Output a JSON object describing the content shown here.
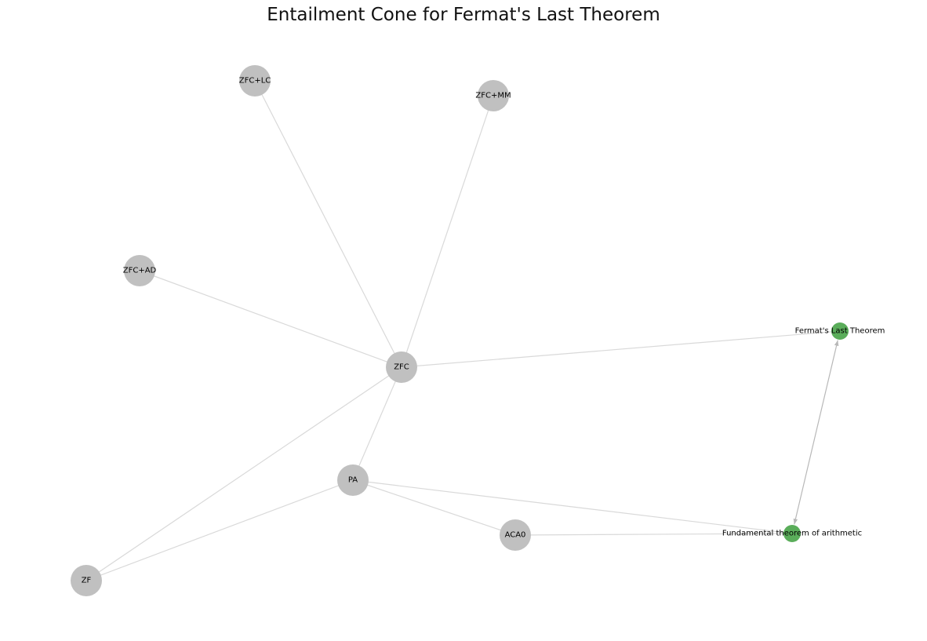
{
  "title": "Entailment Cone for Fermat's Last Theorem",
  "colors": {
    "axiom_node": "#c0c0c0",
    "theorem_node": "#5aad5a",
    "edge": "#d9d9d9",
    "directed_edge": "#b8b8b8",
    "background": "#ffffff"
  },
  "graph": {
    "nodes": [
      {
        "id": "ZFC+LC",
        "label": "ZFC+LC",
        "kind": "axiom"
      },
      {
        "id": "ZFC+MM",
        "label": "ZFC+MM",
        "kind": "axiom"
      },
      {
        "id": "ZFC+AD",
        "label": "ZFC+AD",
        "kind": "axiom"
      },
      {
        "id": "ZFC",
        "label": "ZFC",
        "kind": "axiom"
      },
      {
        "id": "PA",
        "label": "PA",
        "kind": "axiom"
      },
      {
        "id": "ACA0",
        "label": "ACA0",
        "kind": "axiom"
      },
      {
        "id": "ZF",
        "label": "ZF",
        "kind": "axiom"
      },
      {
        "id": "FLT",
        "label": "Fermat's Last Theorem",
        "kind": "theorem"
      },
      {
        "id": "FTA",
        "label": "Fundamental theorem of arithmetic",
        "kind": "theorem"
      }
    ],
    "edges": [
      {
        "from": "ZFC",
        "to": "ZFC+LC",
        "directed": false
      },
      {
        "from": "ZFC",
        "to": "ZFC+MM",
        "directed": false
      },
      {
        "from": "ZFC",
        "to": "ZFC+AD",
        "directed": false
      },
      {
        "from": "ZFC",
        "to": "FLT",
        "directed": false
      },
      {
        "from": "ZFC",
        "to": "PA",
        "directed": false
      },
      {
        "from": "ZFC",
        "to": "ZF",
        "directed": false
      },
      {
        "from": "PA",
        "to": "ZF",
        "directed": false
      },
      {
        "from": "PA",
        "to": "ACA0",
        "directed": false
      },
      {
        "from": "PA",
        "to": "FTA",
        "directed": false
      },
      {
        "from": "ACA0",
        "to": "FTA",
        "directed": false
      },
      {
        "from": "FTA",
        "to": "FLT",
        "directed": true,
        "bidirectional": true
      }
    ]
  }
}
